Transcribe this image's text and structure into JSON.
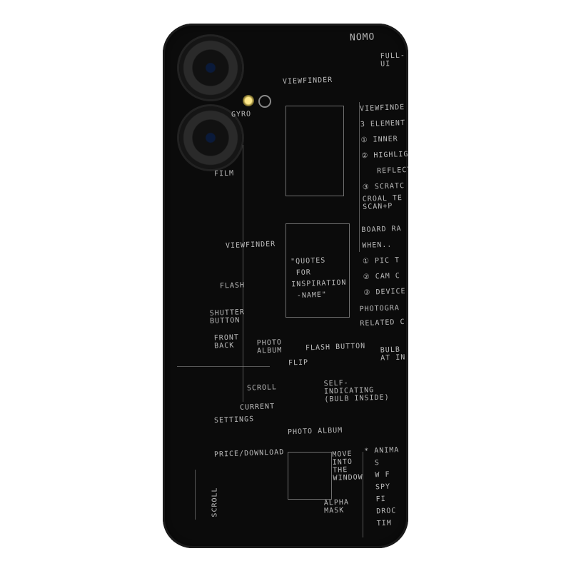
{
  "product": {
    "sketch_texts": {
      "nomo": "NOMO",
      "full_ui": "FULL-\nUI",
      "viewfinder_top": "VIEWFINDER",
      "gyro": "GYRO",
      "film": "FILM",
      "viewfinder_mid": "VIEWFINDER",
      "notes_1": "VIEWFINDE\n3 ELEMENT\n① INNER\n② HIGHLIG\n   REFLECT\n③ SCRATC",
      "notes_2": "CROAL TE\nSCAN+P",
      "notes_3": "BOARD RA\nWHEN..\n① PIC T\n② CAM C\n③ DEVICE",
      "notes_4": "PHOTOGRA\nRELATED C",
      "quote": "\"QUOTES\n FOR\nINSPIRATION\n -NAME\"",
      "flash": "FLASH",
      "shutter": "SHUTTER\nBUTTON",
      "front_back": "FRONT\nBACK",
      "photo_album": "PHOTO\nALBUM",
      "flash_button": "FLASH BUTTON",
      "bulb": "BULB\nAT IN",
      "flip": "FLIP",
      "self_indicating": "SELF-\nINDICATING\n(BULB INSIDE)",
      "scroll_h": "SCROLL",
      "current": "CURRENT",
      "settings": "SETTINGS",
      "price": "PRICE/DOWNLOAD",
      "scroll_v": "SCROLL",
      "photo_album_2": "PHOTO ALBUM",
      "move": "MOVE\nINTO\nTHE\nWINDOW",
      "alpha": "ALPHA\nMASK",
      "anima": "* ANIMA\n  S\n  W F\n  SPY\n  FI\n  DROC\n  TIM"
    },
    "colors": {
      "case": "#0b0b0b",
      "ink": "#d8d8d8"
    }
  }
}
